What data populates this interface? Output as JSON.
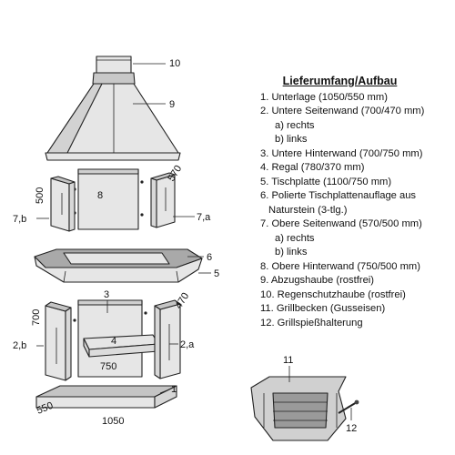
{
  "legend": {
    "title": "Lieferumfang/Aufbau",
    "items": [
      {
        "text": "1. Unterlage (1050/550 mm)",
        "level": 0
      },
      {
        "text": "2. Untere Seitenwand (700/470 mm)",
        "level": 0
      },
      {
        "text": "a) rechts",
        "level": 1
      },
      {
        "text": "b) links",
        "level": 1
      },
      {
        "text": "3. Untere Hinterwand (700/750 mm)",
        "level": 0
      },
      {
        "text": "4. Regal (780/370 mm)",
        "level": 0
      },
      {
        "text": "5. Tischplatte (1100/750 mm)",
        "level": 0
      },
      {
        "text": "6. Polierte Tischplattenauflage aus",
        "level": 0
      },
      {
        "text": "Naturstein (3-tlg.)",
        "level": 2
      },
      {
        "text": "7. Obere Seitenwand (570/500 mm)",
        "level": 0
      },
      {
        "text": "a) rechts",
        "level": 1
      },
      {
        "text": "b) links",
        "level": 1
      },
      {
        "text": "8. Obere Hinterwand (750/500 mm)",
        "level": 0
      },
      {
        "text": "9. Abzugshaube (rostfrei)",
        "level": 0
      },
      {
        "text": "10. Regenschutzhaube (rostfrei)",
        "level": 0
      },
      {
        "text": "11. Grillbecken (Gusseisen)",
        "level": 0
      },
      {
        "text": "12. Grillspießhalterung",
        "level": 0
      }
    ]
  },
  "labels": {
    "hood_cap": "10",
    "hood": "9",
    "upper_back_wall": "8",
    "upper_side_right": "7,a",
    "upper_side_left": "7,b",
    "stone_top": "6",
    "table_top": "5",
    "lower_back_wall": "3",
    "shelf": "4",
    "lower_side_right": "2,a",
    "lower_side_left": "2,b",
    "base_slab": "1",
    "grill_basin": "11",
    "spit_holder": "12"
  },
  "dimensions": {
    "upper_side_depth": "570",
    "upper_side_height": "500",
    "lower_side_depth": "470",
    "lower_side_height": "700",
    "lower_back_width": "750",
    "base_depth": "550",
    "base_width": "1050"
  },
  "colors": {
    "part_fill": "#e6e6e6",
    "part_edge": "#c4c4c4",
    "stone_fill": "#a9a9a9",
    "outline": "#222222"
  }
}
